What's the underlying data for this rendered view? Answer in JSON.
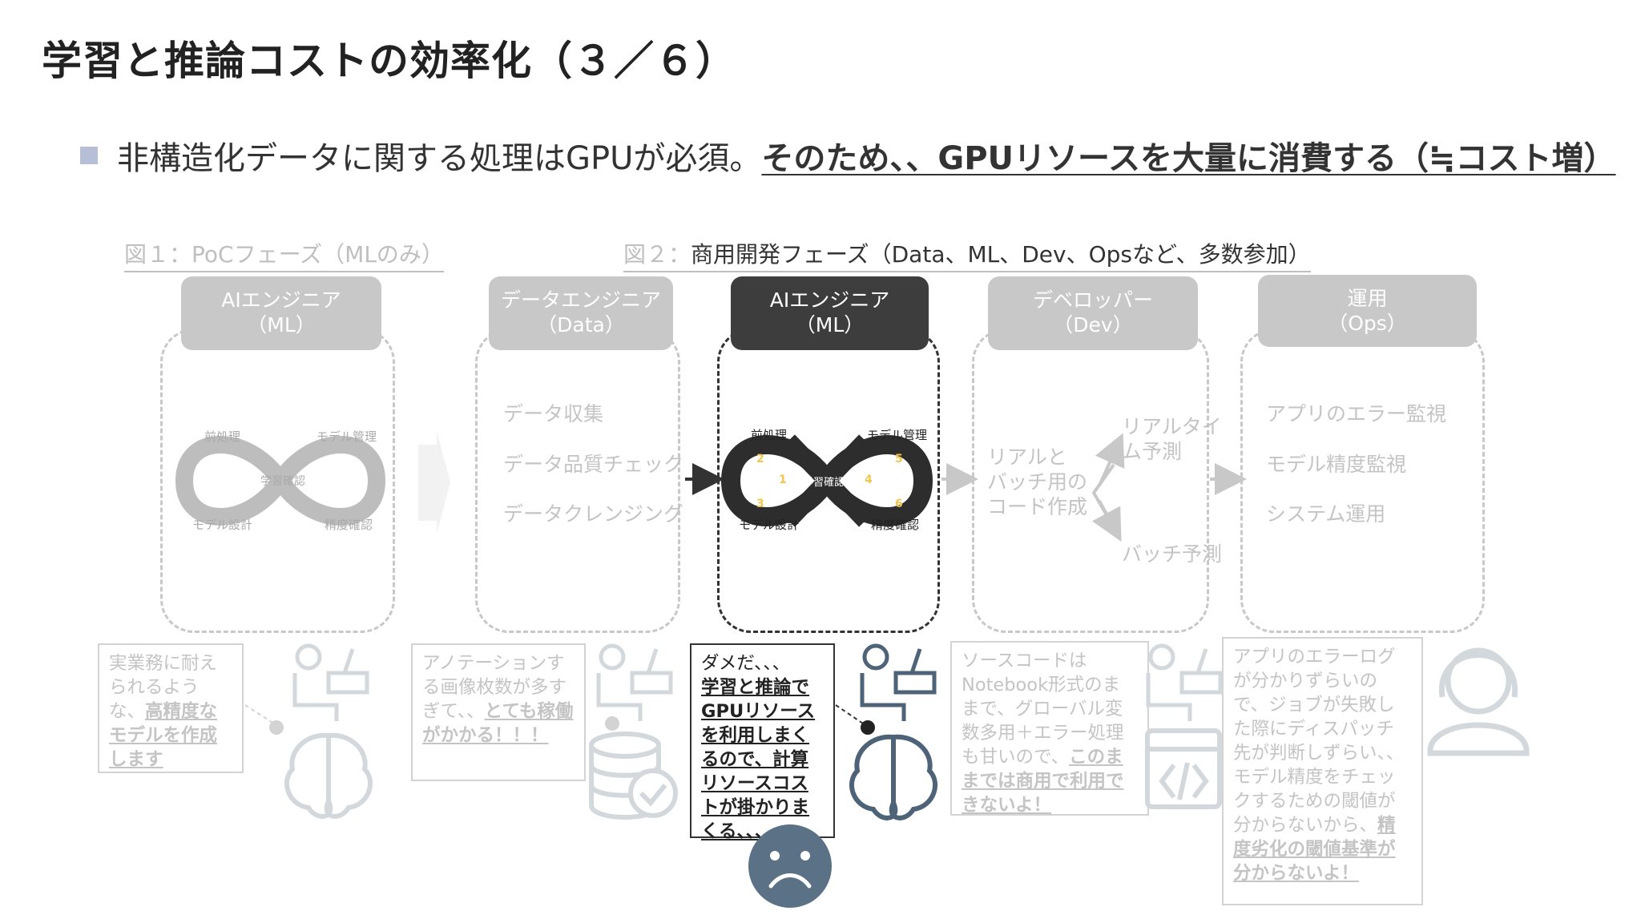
{
  "title": "学習と推論コストの効率化（３／６）",
  "bullet": {
    "lead": "非構造化データに関する処理はGPUが必須。",
    "emphasis": "そのため、、GPUリソースを大量に消費する（≒コスト増）"
  },
  "figures": {
    "fig1_label": "図１：PoCフェーズ（MLのみ）",
    "fig2_prefix": "図２：",
    "fig2_label": "商用開発フェーズ（Data、ML、Dev、Opsなど、多数参加）"
  },
  "roles": {
    "ai_poc": {
      "line1": "AIエンジニア",
      "line2": "（ML）"
    },
    "data": {
      "line1": "データエンジニア",
      "line2": "（Data）"
    },
    "ai_prod": {
      "line1": "AIエンジニア",
      "line2": "（ML）"
    },
    "dev": {
      "line1": "デベロッパー",
      "line2": "（Dev）"
    },
    "ops": {
      "line1": "運用",
      "line2": "（Ops）"
    }
  },
  "data_tasks": [
    "データ収集",
    "データ品質チェック",
    "データクレンジング"
  ],
  "dev_tasks": {
    "source_line1": "リアルと",
    "source_line2": "バッチ用の",
    "source_line3": "コード作成",
    "realtime_line1": "リアルタイ",
    "realtime_line2": "ム予測",
    "batch": "バッチ予測"
  },
  "ops_tasks": [
    "アプリのエラー監視",
    "モデル精度監視",
    "システム運用"
  ],
  "cycle_labels": {
    "preprocess": "前処理",
    "model_manage": "モデル管理",
    "model_design": "モデル設計",
    "accuracy_check": "精度確認",
    "learn_check": "学習確認",
    "numbers": [
      "1",
      "2",
      "3",
      "4",
      "5",
      "6"
    ]
  },
  "notes": {
    "poc": {
      "text1": "実業務に耐えられるような、",
      "em": "高精度なモデルを作成します"
    },
    "data": {
      "text1": "アノテーションする画像枚数が多すぎて、、",
      "em": "とても稼働がかかる！！！"
    },
    "ml": {
      "text1": "ダメだ、、、",
      "em": "学習と推論でGPUリソースを利用しまくるので、計算リソースコストが掛かりまくる、、、"
    },
    "dev": {
      "text1": "ソースコードはNotebook形式のままで、グローバル変数多用＋エラー処理も甘いので、",
      "em": "このままでは商用で利用できないよ！"
    },
    "ops": {
      "text1": "アプリのエラーログが分かりずらいので、ジョブが失敗した際にディスパッチ先が判断しずらい、、",
      "text2": "モデル精度をチェックするための閾値が分からないから、",
      "em": "精度劣化の閾値基準が分からないよ！"
    }
  },
  "colors": {
    "active_dark": "#3d3d3d",
    "inactive_gray": "#c8c8c8",
    "icon_blue": "#4e6377",
    "sad_face": "#5a7186",
    "bullet": "#b7bfd6"
  }
}
